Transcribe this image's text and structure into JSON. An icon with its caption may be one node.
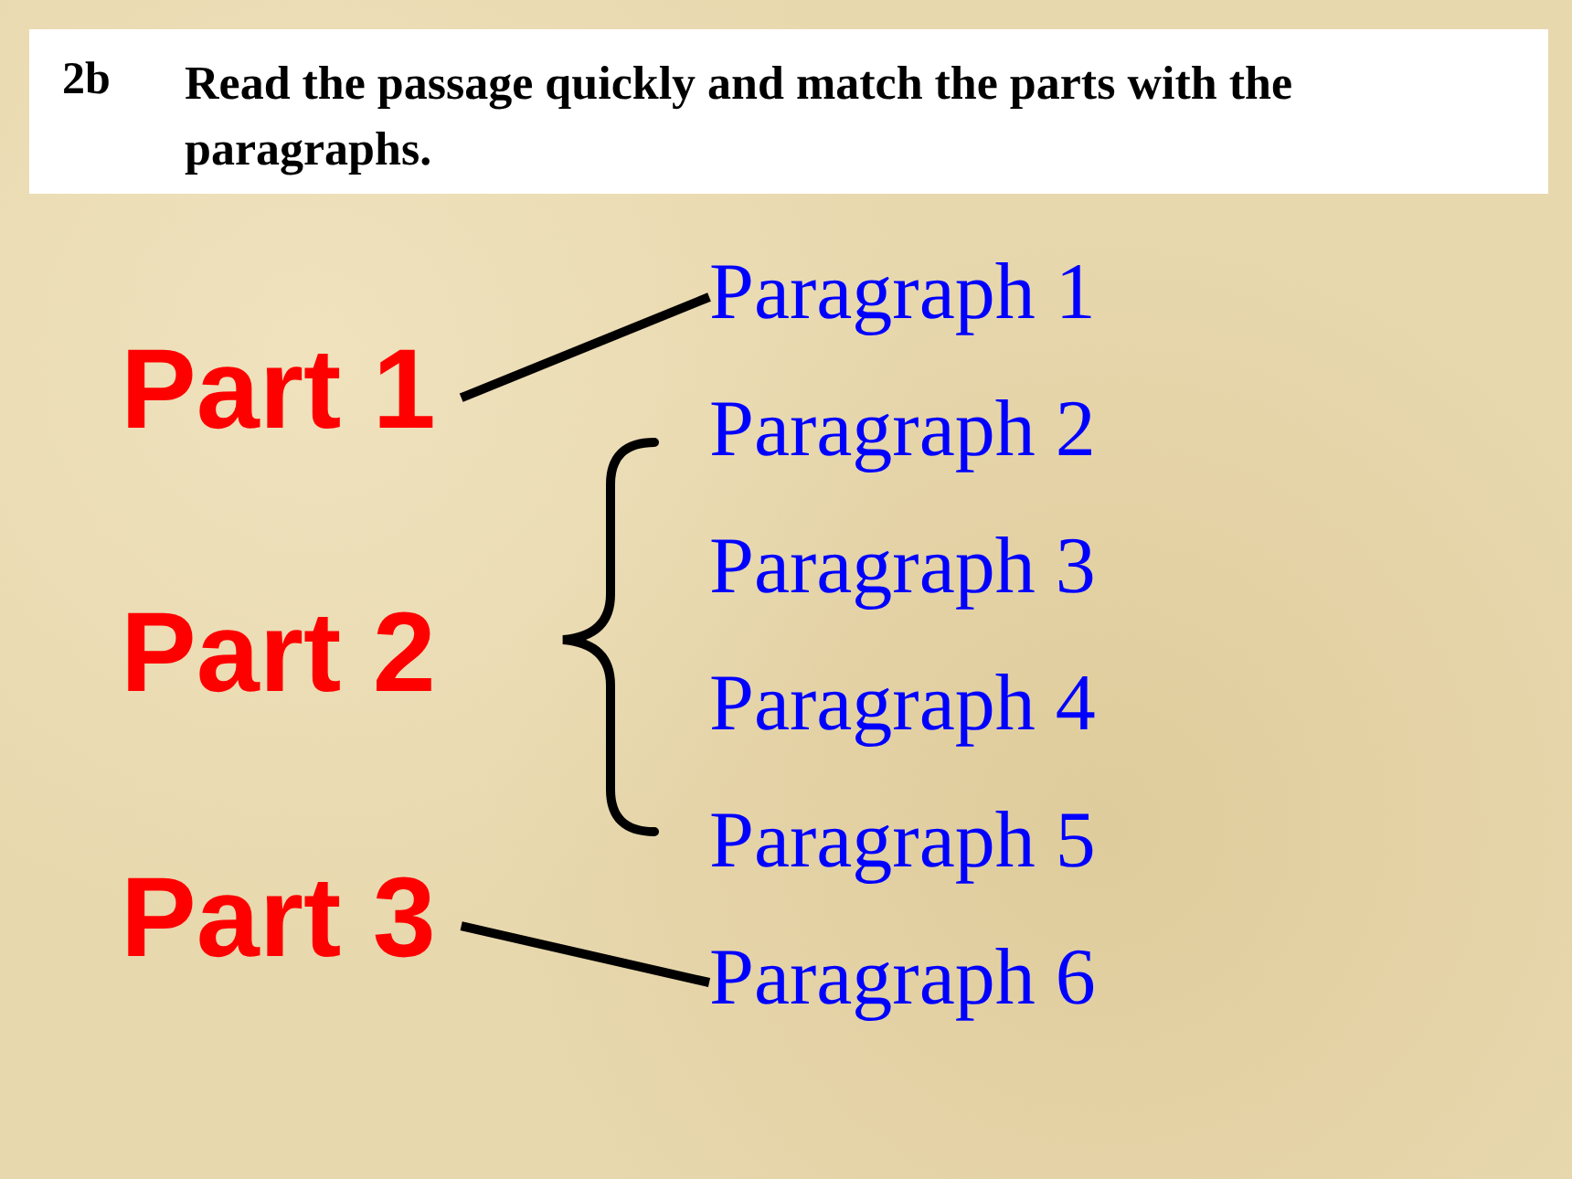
{
  "diagram": {
    "title": "Read the passage quickly and match the parts with the paragraphs.",
    "labels": [
      "2b"
    ],
    "nodes": [
      {
        "text": [
          "Part 1"
        ]
      },
      {
        "text": [
          "Part 2"
        ]
      },
      {
        "text": [
          "Part 3"
        ]
      },
      {
        "text": [
          "Paragraph 1"
        ]
      },
      {
        "text": [
          "Paragraph 2"
        ]
      },
      {
        "text": [
          "Paragraph 3"
        ]
      },
      {
        "text": [
          "Paragraph 4"
        ]
      },
      {
        "text": [
          "Paragraph 5"
        ]
      },
      {
        "text": [
          "Paragraph 6"
        ]
      }
    ],
    "edges": [
      {
        "from": 0,
        "to": 3,
        "arrow": "none"
      },
      {
        "from": 2,
        "to": 8,
        "arrow": "none"
      }
    ]
  }
}
